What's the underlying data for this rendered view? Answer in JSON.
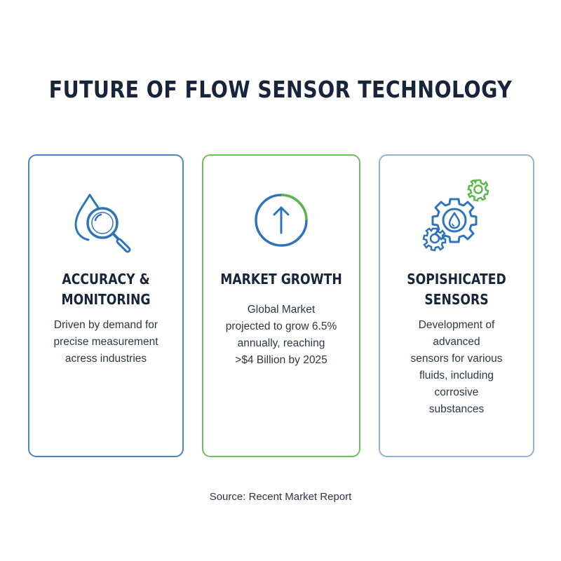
{
  "title": "FUTURE OF FLOW SENSOR TECHNOLOGY",
  "colors": {
    "blue": "#2f74bb",
    "green": "#5db84a",
    "dark": "#17253a"
  },
  "cards": [
    {
      "icon": "droplet-magnifier-icon",
      "heading": "ACCURACY &\nMONITORING",
      "description": "Driven by demand for\nprecise measurement\nacress industries"
    },
    {
      "icon": "arrow-up-circle-icon",
      "heading": "MARKET GROWTH",
      "description": "Global Market\nprojected to grow 6.5%\nannually, reaching\n>$4 Billion by 2025"
    },
    {
      "icon": "gears-droplet-icon",
      "heading": "SOPISHICATED\nSENSORS",
      "description": "Development of\nadvanced\nsensors for various\nfluids, including\ncorrosive\nsubstances"
    }
  ],
  "source": "Source: Recent Market Report"
}
